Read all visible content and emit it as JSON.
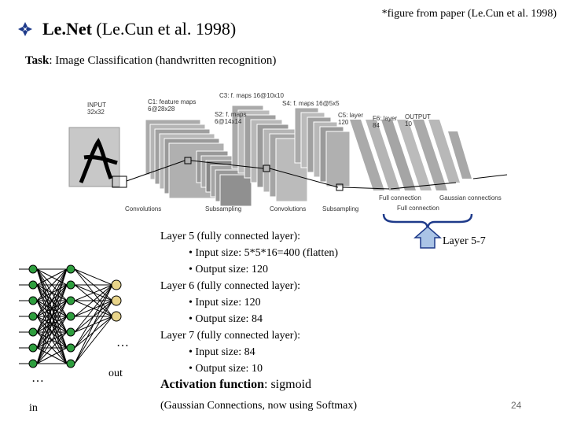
{
  "title": {
    "bold": "Le.Net",
    "rest": " (Le.Cun et al. 1998)"
  },
  "figure_note": "*figure from paper (Le.Cun et al. 1998)",
  "task": {
    "label": "Task",
    "text": ": Image Classification (handwritten recognition)"
  },
  "figure_labels": {
    "input": "INPUT",
    "input_size": "32x32",
    "c1": "C1: feature maps",
    "c1_size": "6@28x28",
    "c3": "C3: f. maps 16@10x10",
    "s2": "S2: f. maps",
    "s2_size": "6@14x14",
    "s4": "S4: f. maps 16@5x5",
    "c5": "C5: layer",
    "c5_size": "120",
    "f6": "F6: layer",
    "f6_size": "84",
    "output": "OUTPUT",
    "output_size": "10",
    "convolutions1": "Convolutions",
    "subsampling1": "Subsampling",
    "convolutions2": "Convolutions",
    "subsampling2": "Subsampling",
    "full_connection1": "Full connection",
    "gaussian": "Gaussian connections",
    "full_connection2": "Full connection"
  },
  "layer_range_label": "Layer 5-7",
  "layers": [
    {
      "heading": "Layer 5 (fully connected layer):",
      "items": [
        "Input size: 5*5*16=400 (flatten)",
        "Output size: 120"
      ]
    },
    {
      "heading": "Layer 6 (fully connected layer):",
      "items": [
        "Input size: 120",
        "Output size: 84"
      ]
    },
    {
      "heading": "Layer 7 (fully connected layer):",
      "items": [
        "Input size: 84",
        "Output size: 10"
      ]
    }
  ],
  "activation": {
    "label": "Activation function",
    "value": ": sigmoid"
  },
  "gaussian_note": "(Gaussian Connections, now using Softmax)",
  "page_number": "24",
  "network": {
    "in_label": "in",
    "out_label": "out",
    "ellipsis_in": "…",
    "ellipsis_out": "…"
  }
}
